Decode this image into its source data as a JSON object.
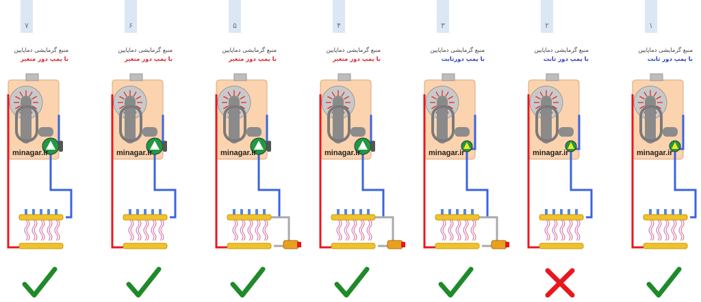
{
  "panels": [
    {
      "number": "۷",
      "title": "منبع گرمایشی دماپایین",
      "subtitle": "با پمپ دور متغیر",
      "pump": "variable",
      "mixing": false,
      "valid": true
    },
    {
      "number": "۶",
      "title": "منبع گرمایشی دماپایین",
      "subtitle": "با پمپ دور متغیر",
      "pump": "variable",
      "mixing": false,
      "valid": true
    },
    {
      "number": "۵",
      "title": "منبع گرمایشی دماپایین",
      "subtitle": "با پمپ دور متغیر",
      "pump": "variable",
      "mixing": true,
      "valid": true
    },
    {
      "number": "۴",
      "title": "منبع گرمایشی دماپایین",
      "subtitle": "با پمپ دور متغیر",
      "pump": "variable",
      "mixing": true,
      "valid": true
    },
    {
      "number": "۳",
      "title": "منبع گرمایشی دماپایین",
      "subtitle": "با پمپ دورثابت",
      "pump": "fixed",
      "mixing": true,
      "valid": true
    },
    {
      "number": "۲",
      "title": "منبع گرمایشی دماپایین",
      "subtitle": "با پمپ دور ثابت",
      "pump": "fixed",
      "mixing": false,
      "valid": false
    },
    {
      "number": "۱",
      "title": "منبع گرمایشی دماپایین",
      "subtitle": "با پمپ دور ثابت",
      "pump": "fixed",
      "mixing": false,
      "valid": true
    }
  ],
  "brand": "minagar.ir",
  "colors": {
    "variable_label": "#e0202a",
    "fixed_label": "#2a3fb8",
    "supply_pipe": "#e8171d",
    "return_pipe": "#3a63e0",
    "boiler_body": "#fbd3ae",
    "check": "#1f8a2a",
    "cross": "#e8171d"
  }
}
